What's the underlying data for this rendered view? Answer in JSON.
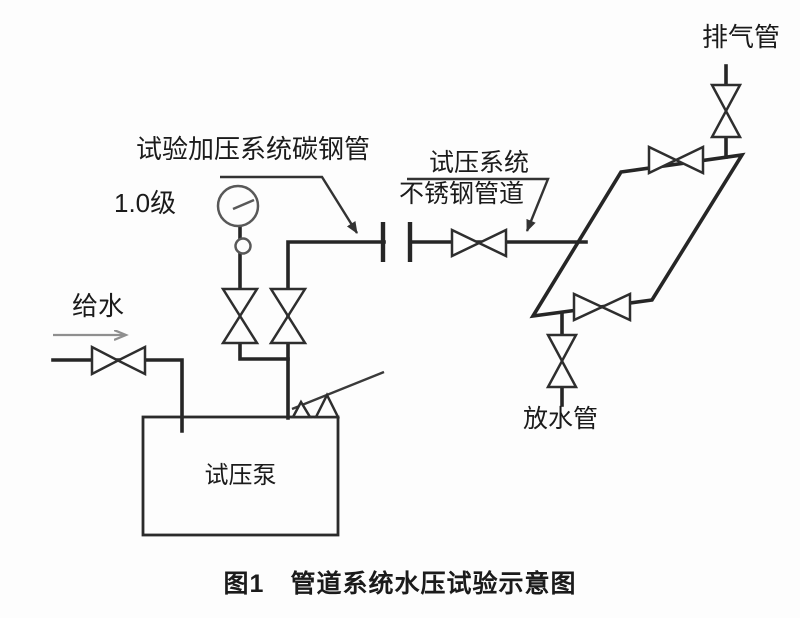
{
  "figure": {
    "caption": "图1　管道系统水压试验示意图"
  },
  "labels": {
    "carbon_steel_pipe": "试验加压系统碳钢管",
    "gauge_grade": "1.0级",
    "stainless_line1": "试压系统",
    "stainless_line2": "不锈钢管道",
    "water_supply": "给水",
    "exhaust_pipe": "排气管",
    "drain_pipe": "放水管",
    "pressure_pump": "试压泵"
  },
  "colors": {
    "line": "#262626",
    "valve_fill": "#fdfdfd",
    "flow_arrow": "#8f8f8f",
    "background": "#fdfdfd"
  },
  "components": [
    {
      "name": "water-supply-valve",
      "type": "gate-valve",
      "orientation": "horizontal"
    },
    {
      "name": "gauge-isolation-valve",
      "type": "gate-valve",
      "orientation": "vertical"
    },
    {
      "name": "pump-discharge-valve",
      "type": "gate-valve",
      "orientation": "vertical"
    },
    {
      "name": "flange-union",
      "type": "disconnect-point"
    },
    {
      "name": "main-isolation-valve",
      "type": "gate-valve",
      "orientation": "horizontal"
    },
    {
      "name": "loop-top-valve",
      "type": "gate-valve",
      "orientation": "horizontal"
    },
    {
      "name": "loop-bottom-valve",
      "type": "gate-valve",
      "orientation": "horizontal"
    },
    {
      "name": "exhaust-valve",
      "type": "gate-valve",
      "orientation": "vertical"
    },
    {
      "name": "drain-valve",
      "type": "gate-valve",
      "orientation": "vertical"
    },
    {
      "name": "safety-relief-valve",
      "type": "lever-safety-valve"
    },
    {
      "name": "pressure-gauge",
      "type": "gauge",
      "grade": "1.0级"
    }
  ]
}
